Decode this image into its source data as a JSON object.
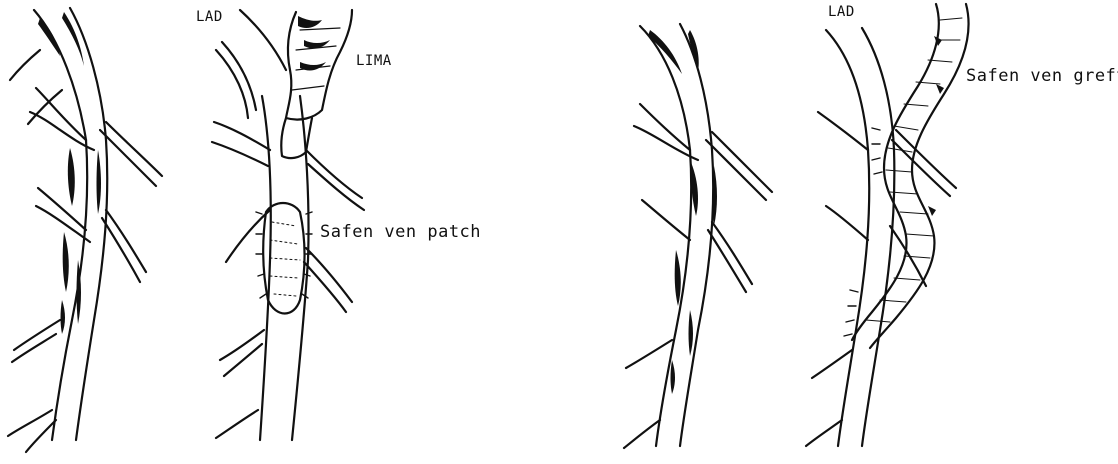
{
  "labels": {
    "lad_left": "LAD",
    "lima": "LIMA",
    "safen_ven_patch": "Safen ven patch",
    "lad_right": "LAD",
    "safen_ven_grefti": "Safen ven grefti"
  },
  "colors": {
    "ink": "#111111",
    "background": "#ffffff"
  }
}
